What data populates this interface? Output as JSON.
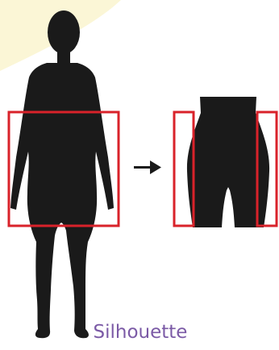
{
  "caption": "Silhouette",
  "colors": {
    "silhouette": "#1a1a1a",
    "highlight_box": "#d9222a",
    "arrow": "#1a1a1a",
    "caption": "#7b5aa6",
    "corner_accent": "#fbf6d6"
  },
  "elements": {
    "left_figure": "full-body-female-silhouette",
    "right_figure": "hip-and-thigh-closeup-silhouette",
    "arrow": "arrow-right-icon"
  }
}
